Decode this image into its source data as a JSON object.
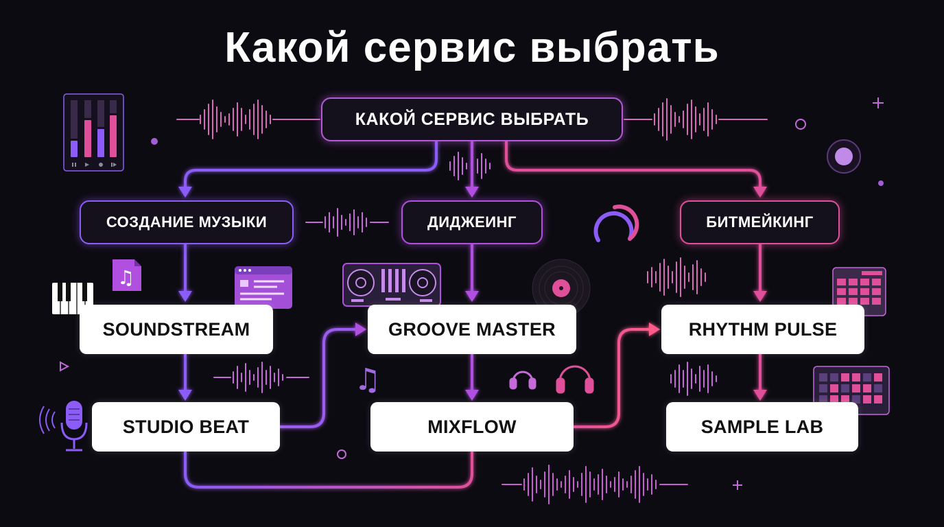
{
  "title": "Какой сервис выбрать",
  "root_node": {
    "label": "КАКОЙ СЕРВИС ВЫБРАТЬ"
  },
  "categories": [
    {
      "label": "СОЗДАНИЕ МУЗЫКИ",
      "color": "#8b5cf6"
    },
    {
      "label": "ДИДЖЕИНГ",
      "color": "#b04fe0"
    },
    {
      "label": "БИТМЕЙКИНГ",
      "color": "#e0509a"
    }
  ],
  "services": [
    {
      "label": "SOUNDSTREAM"
    },
    {
      "label": "STUDIO BEAT"
    },
    {
      "label": "GROOVE MASTER"
    },
    {
      "label": "MIXFLOW"
    },
    {
      "label": "RHYTHM PULSE"
    },
    {
      "label": "SAMPLE LAB"
    }
  ],
  "icons": [
    "equalizer-icon",
    "music-file-icon",
    "piano-keys-icon",
    "browser-window-icon",
    "dj-controller-icon",
    "vinyl-record-icon",
    "knob-dial-icon",
    "drum-pad-icon",
    "step-sequencer-icon",
    "microphone-icon",
    "music-note-icon",
    "headphones-icon",
    "speaker-icon",
    "sound-wave-icon"
  ],
  "colors": {
    "background": "#0d0b12",
    "purple": "#8b5cf6",
    "violet": "#b04fe0",
    "pink": "#e0509a"
  }
}
